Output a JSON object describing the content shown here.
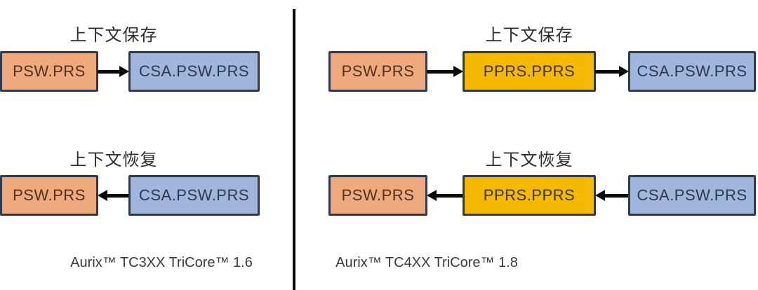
{
  "panels": [
    {
      "id": "tc3xx",
      "caption": "Aurix™ TC3XX TriCore™ 1.6",
      "rows": [
        {
          "title": "上下文保存",
          "direction": "right",
          "boxes": [
            {
              "label": "PSW.PRS",
              "type": "psw"
            },
            {
              "label": "CSA.PSW.PRS",
              "type": "csa"
            }
          ]
        },
        {
          "title": "上下文恢复",
          "direction": "left",
          "boxes": [
            {
              "label": "PSW.PRS",
              "type": "psw"
            },
            {
              "label": "CSA.PSW.PRS",
              "type": "csa"
            }
          ]
        }
      ]
    },
    {
      "id": "tc4xx",
      "caption": "Aurix™ TC4XX TriCore™ 1.8",
      "rows": [
        {
          "title": "上下文保存",
          "direction": "right",
          "boxes": [
            {
              "label": "PSW.PRS",
              "type": "psw"
            },
            {
              "label": "PPRS.PPRS",
              "type": "pprs"
            },
            {
              "label": "CSA.PSW.PRS",
              "type": "csa"
            }
          ]
        },
        {
          "title": "上下文恢复",
          "direction": "left",
          "boxes": [
            {
              "label": "PSW.PRS",
              "type": "psw"
            },
            {
              "label": "PPRS.PPRS",
              "type": "pprs"
            },
            {
              "label": "CSA.PSW.PRS",
              "type": "csa"
            }
          ]
        }
      ]
    }
  ],
  "colors": {
    "psw_fill": "#F0A97D",
    "pprs_fill": "#F6B901",
    "csa_fill": "#A0B6DC",
    "box_border": "#2E3A50",
    "psw_text": "#4A3222",
    "pprs_text": "#3A342A",
    "csa_text": "#2C3850",
    "title_text": "#2D2D2D",
    "caption_text": "#3A3A3A",
    "arrow": "#0A0A0A",
    "divider": "#0A0A0A"
  }
}
